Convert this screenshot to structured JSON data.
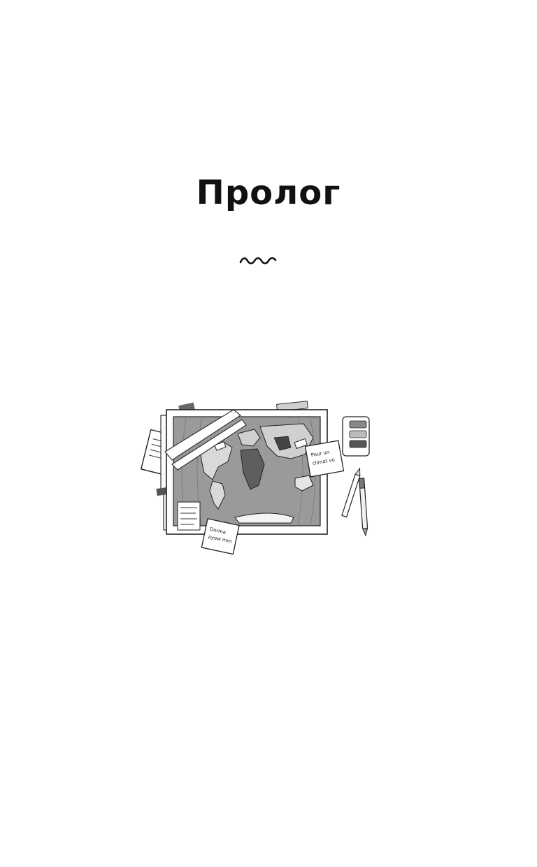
{
  "chapter": {
    "title": "Пролог"
  },
  "illustration": {
    "subject": "world map on desk with notes, tape, tabs and pens",
    "note_right_text": "Pour un climat vo",
    "note_left_text": "Dorma ayow mm"
  }
}
